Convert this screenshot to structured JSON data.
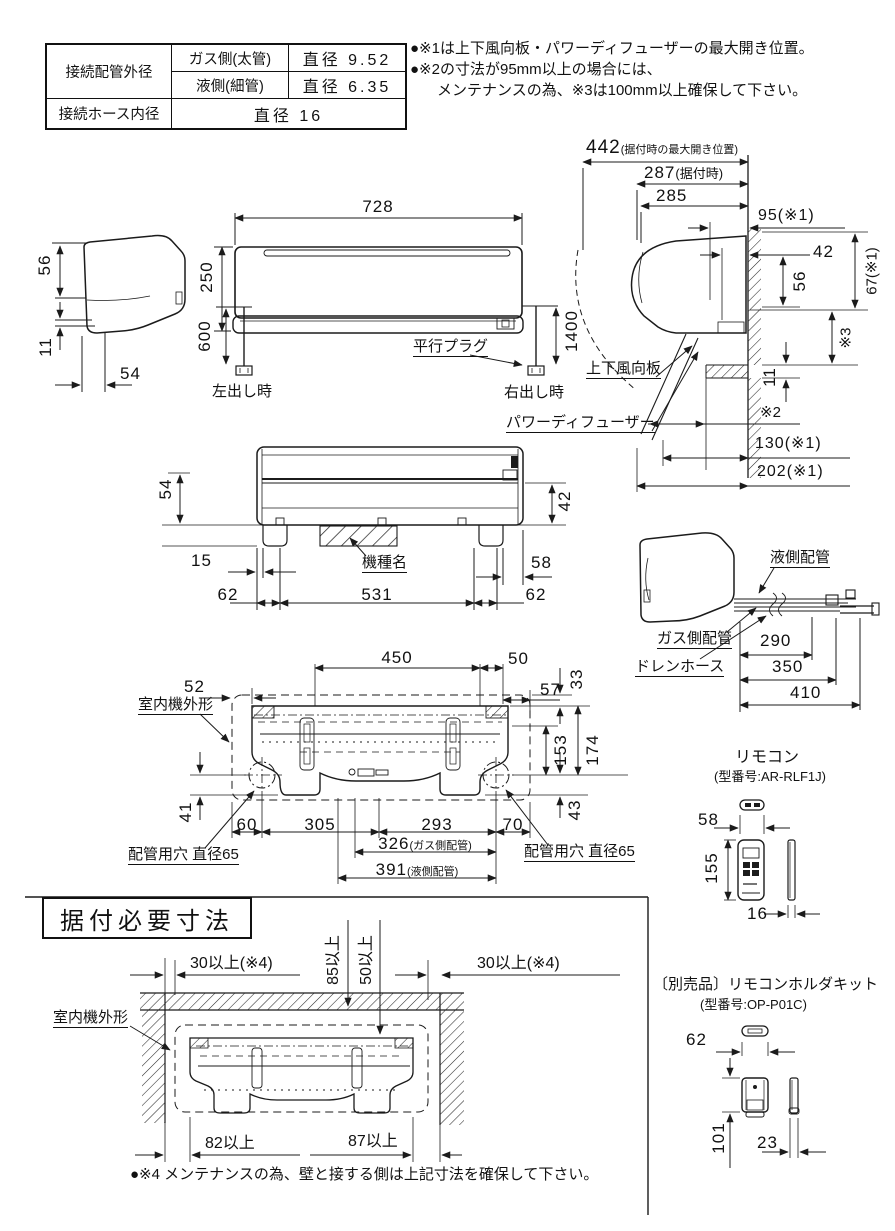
{
  "spec_table": {
    "r12c1": "接続配管外径",
    "r1c2": "ガス側(太管)",
    "r1c3": "直径 9.52",
    "r2c2": "液側(細管)",
    "r2c3": "直径 6.35",
    "r3c1": "接続ホース内径",
    "r3c2": "直径 16"
  },
  "notes": {
    "n1": "●※1は上下風向板・パワーディフューザーの最大開き位置。",
    "n2": "●※2の寸法が95mm以上の場合には、",
    "n3": "メンテナンスの為、※3は100mm以上確保して下さい。"
  },
  "side_left": {
    "d56": "56",
    "d11": "11",
    "d54": "54"
  },
  "front_view": {
    "d728": "728",
    "d250": "250",
    "d600": "600",
    "d1400": "1400",
    "plug": "平行プラグ",
    "left_out": "左出し時",
    "right_out": "右出し時"
  },
  "side_right": {
    "d442_num": "442",
    "d442_note": "(据付時の最大開き位置)",
    "d287_num": "287",
    "d287_note": "(据付時)",
    "d285": "285",
    "d95": "95(※1)",
    "d42": "42",
    "d56": "56",
    "d67": "67(※1)",
    "s3": "※3",
    "d11": "11",
    "s2": "※2",
    "d130": "130(※1)",
    "d202": "202(※1)",
    "louver": "上下風向板",
    "diffuser": "パワーディフューザー"
  },
  "rear_view": {
    "d54": "54",
    "d42": "42",
    "d15": "15",
    "d58": "58",
    "d62l": "62",
    "d531": "531",
    "d62r": "62",
    "model_label": "機種名"
  },
  "pipe_view": {
    "liquid": "液側配管",
    "gas": "ガス側配管",
    "drain": "ドレンホース",
    "d290": "290",
    "d350": "350",
    "d410": "410"
  },
  "plate_view": {
    "outline": "室内機外形",
    "d450": "450",
    "d50": "50",
    "d52": "52",
    "d57": "57",
    "d33": "33",
    "d153": "153",
    "d174": "174",
    "d41": "41",
    "d43": "43",
    "d60": "60",
    "d305": "305",
    "d293": "293",
    "d70": "70",
    "d326_num": "326",
    "d326_note": "(ガス側配管)",
    "d391_num": "391",
    "d391_note": "(液側配管)",
    "hole_left": "配管用穴 直径65",
    "hole_right": "配管用穴 直径65"
  },
  "remote": {
    "title": "リモコン",
    "model": "(型番号:AR-RLF1J)",
    "d58": "58",
    "d155": "155",
    "d16": "16"
  },
  "install": {
    "title": "据付必要寸法",
    "outline": "室内機外形",
    "d30l": "30以上(※4)",
    "d30r": "30以上(※4)",
    "d85": "85以上",
    "d50": "50以上",
    "d82": "82以上",
    "d87": "87以上",
    "note4": "●※4 メンテナンスの為、壁と接する側は上記寸法を確保して下さい。"
  },
  "holder": {
    "title": "〔別売品〕リモコンホルダキット",
    "model": "(型番号:OP-P01C)",
    "d62": "62",
    "d101": "101",
    "d23": "23"
  }
}
